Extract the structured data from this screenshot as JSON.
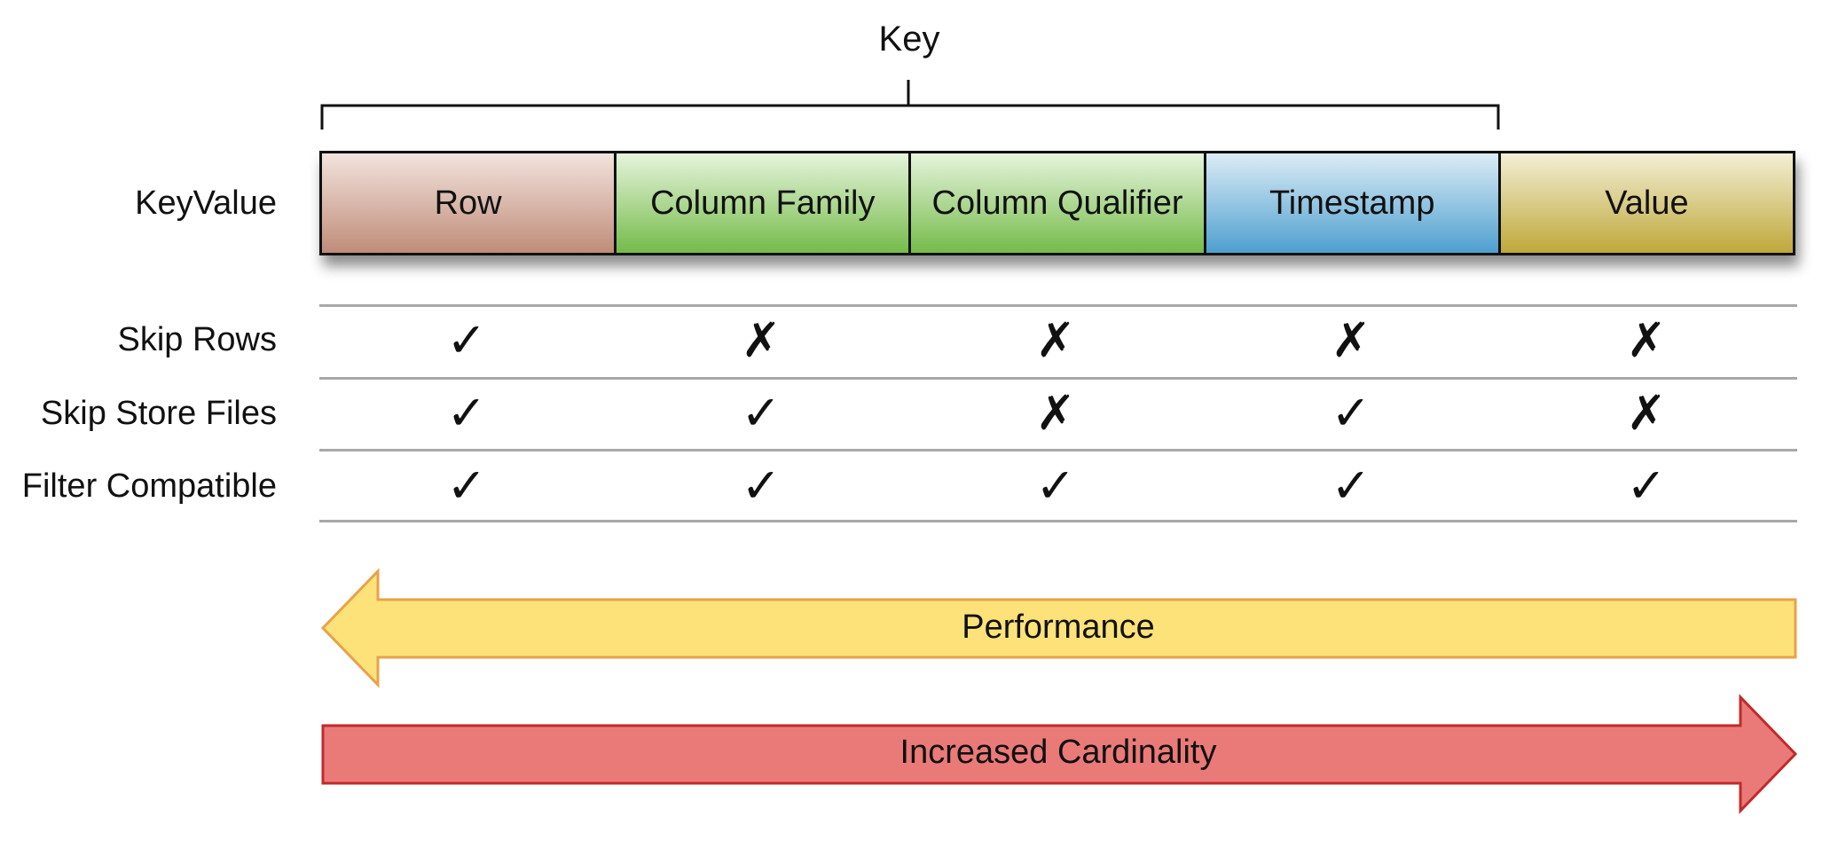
{
  "key_label": "Key",
  "row_headers": {
    "keyvalue": "KeyValue",
    "skip_rows": "Skip Rows",
    "skip_store_files": "Skip Store Files",
    "filter_compatible": "Filter Compatible"
  },
  "kv_parts": [
    {
      "label": "Row",
      "color_top": "#f2e3de",
      "color_bottom": "#c08c79"
    },
    {
      "label": "Column Family",
      "color_top": "#e6f4dc",
      "color_bottom": "#76bb4a"
    },
    {
      "label": "Column Qualifier",
      "color_top": "#e6f4dc",
      "color_bottom": "#76bb4a"
    },
    {
      "label": "Timestamp",
      "color_top": "#dcecf6",
      "color_bottom": "#4e9fcf"
    },
    {
      "label": "Value",
      "color_top": "#f3efd6",
      "color_bottom": "#bfa83a"
    }
  ],
  "matrix": {
    "skip_rows": [
      "✓",
      "✗",
      "✗",
      "✗",
      "✗"
    ],
    "skip_store_files": [
      "✓",
      "✓",
      "✗",
      "✓",
      "✗"
    ],
    "filter_compatible": [
      "✓",
      "✓",
      "✓",
      "✓",
      "✓"
    ]
  },
  "performance_label": "Performance",
  "cardinality_label": "Increased Cardinality",
  "colors": {
    "performance_fill": "#fde27a",
    "performance_stroke": "#e8a24a",
    "cardinality_fill": "#ea7a78",
    "cardinality_stroke": "#c22a2a"
  }
}
